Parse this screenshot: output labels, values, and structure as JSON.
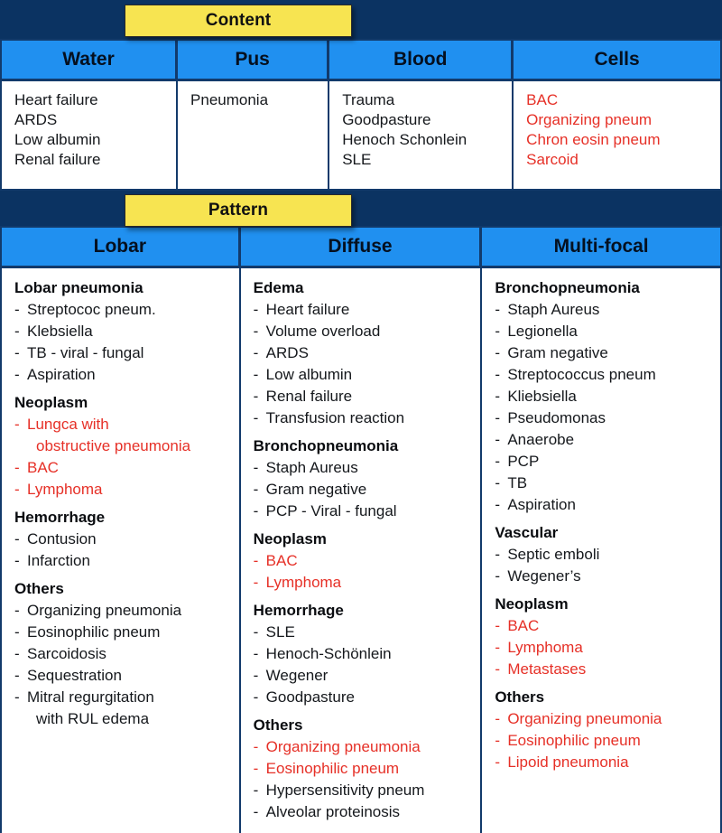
{
  "banners": {
    "content": "Content",
    "pattern": "Pattern"
  },
  "colors": {
    "background": "#0b3362",
    "banner": "#f7e451",
    "header": "#2090f0",
    "border": "#123a6b",
    "text": "#15181c",
    "highlight": "#e63027"
  },
  "content_table": {
    "headers": [
      "Water",
      "Pus",
      "Blood",
      "Cells"
    ],
    "columns": [
      {
        "header": "Water",
        "items": [
          {
            "text": "Heart failure",
            "red": false
          },
          {
            "text": "ARDS",
            "red": false
          },
          {
            "text": "Low albumin",
            "red": false
          },
          {
            "text": "Renal failure",
            "red": false
          }
        ]
      },
      {
        "header": "Pus",
        "items": [
          {
            "text": "Pneumonia",
            "red": false
          }
        ]
      },
      {
        "header": "Blood",
        "items": [
          {
            "text": "Trauma",
            "red": false
          },
          {
            "text": "Goodpasture",
            "red": false
          },
          {
            "text": "Henoch Schonlein",
            "red": false
          },
          {
            "text": "SLE",
            "red": false
          }
        ]
      },
      {
        "header": "Cells",
        "items": [
          {
            "text": "BAC",
            "red": true
          },
          {
            "text": "Organizing pneum",
            "red": true
          },
          {
            "text": "Chron eosin pneum",
            "red": true
          },
          {
            "text": "Sarcoid",
            "red": true
          }
        ]
      }
    ]
  },
  "pattern_table": {
    "headers": [
      "Lobar",
      "Diffuse",
      "Multi-focal"
    ],
    "columns": [
      {
        "header": "Lobar",
        "groups": [
          {
            "title": "Lobar pneumonia",
            "items": [
              {
                "text": "Streptococ pneum.",
                "red": false
              },
              {
                "text": "Klebsiella",
                "red": false
              },
              {
                "text": "TB - viral - fungal",
                "red": false
              },
              {
                "text": "Aspiration",
                "red": false
              }
            ]
          },
          {
            "title": "Neoplasm",
            "items": [
              {
                "text": "Lungca with",
                "cont": "obstructive pneumonia",
                "red": true
              },
              {
                "text": "BAC",
                "red": true
              },
              {
                "text": "Lymphoma",
                "red": true
              }
            ]
          },
          {
            "title": "Hemorrhage",
            "items": [
              {
                "text": "Contusion",
                "red": false
              },
              {
                "text": "Infarction",
                "red": false
              }
            ]
          },
          {
            "title": "Others",
            "items": [
              {
                "text": "Organizing pneumonia",
                "red": false
              },
              {
                "text": "Eosinophilic pneum",
                "red": false
              },
              {
                "text": "Sarcoidosis",
                "red": false
              },
              {
                "text": "Sequestration",
                "red": false
              },
              {
                "text": "Mitral regurgitation",
                "cont": "with RUL edema",
                "red": false
              }
            ]
          }
        ]
      },
      {
        "header": "Diffuse",
        "groups": [
          {
            "title": "Edema",
            "items": [
              {
                "text": "Heart failure",
                "red": false
              },
              {
                "text": "Volume overload",
                "red": false
              },
              {
                "text": "ARDS",
                "red": false
              },
              {
                "text": "Low albumin",
                "red": false
              },
              {
                "text": "Renal failure",
                "red": false
              },
              {
                "text": "Transfusion reaction",
                "red": false
              }
            ]
          },
          {
            "title": "Bronchopneumonia",
            "items": [
              {
                "text": "Staph Aureus",
                "red": false
              },
              {
                "text": "Gram negative",
                "red": false
              },
              {
                "text": "PCP - Viral - fungal",
                "red": false
              }
            ]
          },
          {
            "title": "Neoplasm",
            "items": [
              {
                "text": "BAC",
                "red": true
              },
              {
                "text": "Lymphoma",
                "red": true
              }
            ]
          },
          {
            "title": "Hemorrhage",
            "items": [
              {
                "text": "SLE",
                "red": false
              },
              {
                "text": "Henoch-Schönlein",
                "red": false
              },
              {
                "text": "Wegener",
                "red": false
              },
              {
                "text": "Goodpasture",
                "red": false
              }
            ]
          },
          {
            "title": "Others",
            "items": [
              {
                "text": "Organizing pneumonia",
                "red": true
              },
              {
                "text": "Eosinophilic pneum",
                "red": true
              },
              {
                "text": "Hypersensitivity pneum",
                "red": false
              },
              {
                "text": "Alveolar proteinosis",
                "red": false
              }
            ]
          }
        ]
      },
      {
        "header": "Multi-focal",
        "groups": [
          {
            "title": "Bronchopneumonia",
            "items": [
              {
                "text": "Staph Aureus",
                "red": false
              },
              {
                "text": "Legionella",
                "red": false
              },
              {
                "text": "Gram negative",
                "red": false
              },
              {
                "text": "Streptococcus pneum",
                "red": false
              },
              {
                "text": "Kliebsiella",
                "red": false
              },
              {
                "text": "Pseudomonas",
                "red": false
              },
              {
                "text": "Anaerobe",
                "red": false
              },
              {
                "text": "PCP",
                "red": false
              },
              {
                "text": "TB",
                "red": false
              },
              {
                "text": "Aspiration",
                "red": false
              }
            ]
          },
          {
            "title": "Vascular",
            "items": [
              {
                "text": "Septic emboli",
                "red": false
              },
              {
                "text": "Wegener’s",
                "red": false
              }
            ]
          },
          {
            "title": "Neoplasm",
            "items": [
              {
                "text": "BAC",
                "red": true
              },
              {
                "text": "Lymphoma",
                "red": true
              },
              {
                "text": "Metastases",
                "red": true
              }
            ]
          },
          {
            "title": "Others",
            "items": [
              {
                "text": "Organizing pneumonia",
                "red": true
              },
              {
                "text": "Eosinophilic pneum",
                "red": true
              },
              {
                "text": "Lipoid pneumonia",
                "red": true
              }
            ]
          }
        ]
      }
    ]
  }
}
